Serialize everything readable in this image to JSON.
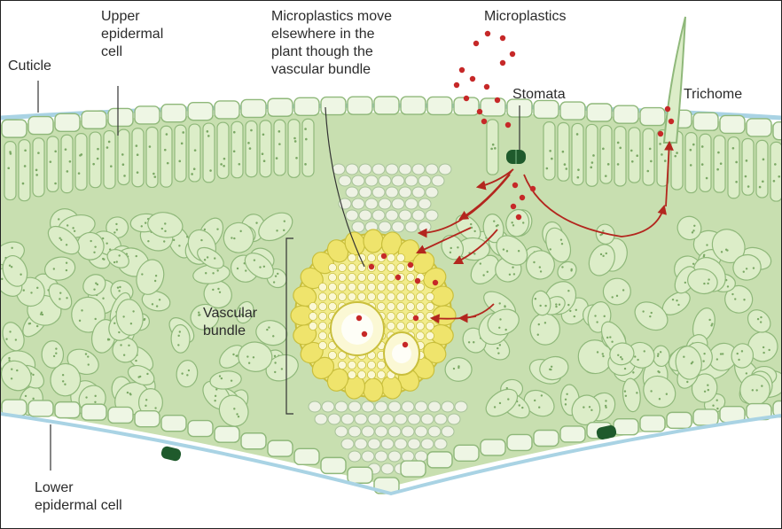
{
  "labels": {
    "cuticle": "Cuticle",
    "upper_epidermal_cell": "Upper\nepidermal\ncell",
    "microplastics_move": "Microplastics move\nelsewhere in the\nplant though the\nvascular bundle",
    "microplastics": "Microplastics",
    "stomata": "Stomata",
    "trichome": "Trichome",
    "vascular_bundle": "Vascular\nbundle",
    "lower_epidermal_cell": "Lower\nepidermal cell"
  },
  "colors": {
    "cell_fill": "#dcedc8",
    "cell_stroke": "#8fb87a",
    "tissue_bg": "#c8dfb0",
    "epidermis_fill": "#eef6e4",
    "cuticle": "#a9d3e4",
    "vascular_fill": "#f2ec8c",
    "vascular_stroke": "#c9bf3c",
    "xylem_fill": "#fbf8d4",
    "bundle_sheath_fill": "#eef2e4",
    "stomata": "#1f5a2c",
    "particle": "#c62828",
    "arrow": "#b3261e",
    "leader_line": "#333333"
  }
}
